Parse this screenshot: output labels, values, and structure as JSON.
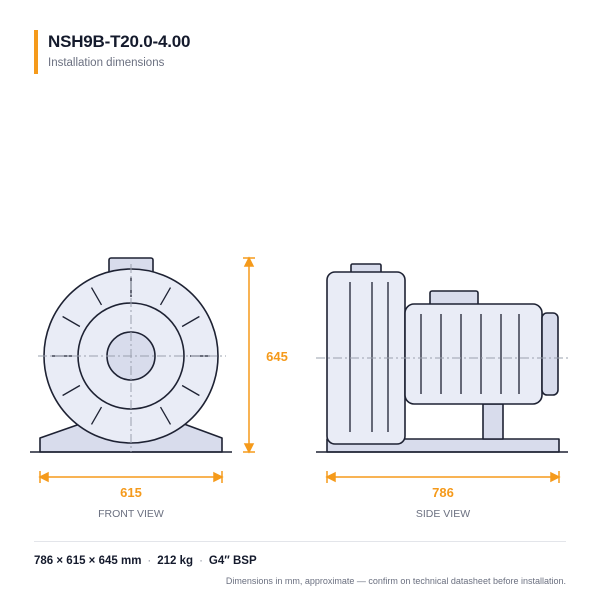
{
  "header": {
    "title": "NSH9B-T20.0-4.00",
    "subtitle": "Installation dimensions"
  },
  "dimensions": {
    "height": "645",
    "front_width": "615",
    "side_length": "786"
  },
  "views": {
    "front_label": "FRONT VIEW",
    "side_label": "SIDE VIEW"
  },
  "specs": {
    "size": "786 × 615 × 645 mm",
    "weight": "212 kg",
    "connection": "G4″ BSP"
  },
  "footnote": "Dimensions in mm, approximate — confirm on technical datasheet before installation.",
  "colors": {
    "accent": "#f59a1b",
    "outline": "#1e2233",
    "fill": "#e9ecf6",
    "fill_dark": "#d8dcec"
  }
}
